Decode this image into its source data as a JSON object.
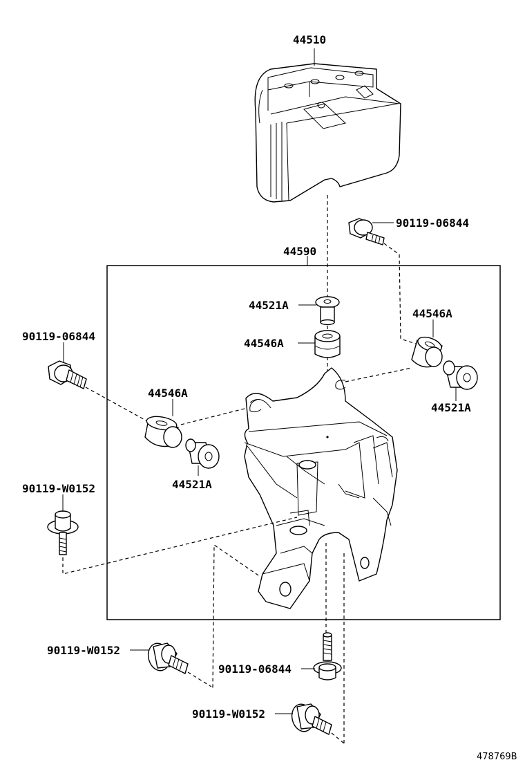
{
  "labels": {
    "abs_actuator": "44510",
    "bracket_assy": "44590",
    "cushion_top": "44521A",
    "cushion_top_ring": "44546A",
    "cushion_right_ring": "44546A",
    "cushion_right": "44521A",
    "cushion_left_ring": "44546A",
    "cushion_left": "44521A",
    "bolt_top_right": "90119-06844",
    "bolt_left": "90119-06844",
    "bolt_left_lower": "90119-W0152",
    "bolt_bottom_left": "90119-W0152",
    "bolt_bottom_center": "90119-06844",
    "bolt_bottom": "90119-W0152"
  },
  "illustration_ref": "478769B"
}
